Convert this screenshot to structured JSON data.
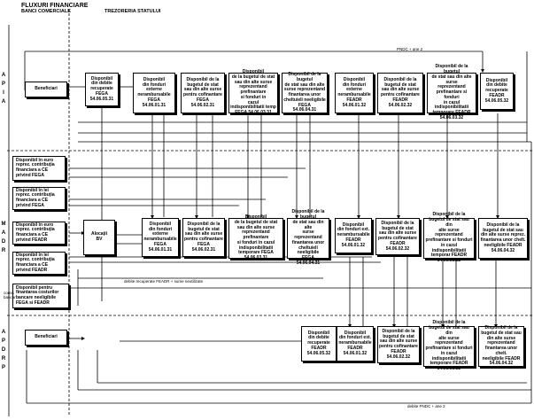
{
  "header": {
    "title": "FLUXURI FINANCIARE",
    "col_left": "BANCI COMERCIALE",
    "col_right": "TREZORERIA STATULUI"
  },
  "sections": {
    "apia": "A\nP\nI\nA",
    "madr": "M\nA\nD\nR",
    "apdrp": "A\nP\nD\nR\nP"
  },
  "left_boxes": {
    "beneficiari_top": "Beneficiari",
    "fega_rambursat": "Disponibil în euro\nreprez. contribuţia\nfinanciara a CE\nprivind FEGA",
    "fega_lei": "Disponibil în lei\nreprez. contribuţia\nfinanciara a CE\nprivind FEGA",
    "feadr_euro": "Disponibil în euro\nreprez. contribuţia\nfinanciara a CE\nprivind FEADR",
    "feadr_lei": "Disponibil în lei\nreprez. contribuţia\nfinanciara a CE\nprivind FEADR",
    "costuri_bancare": "Disponibil pentru\nfinantarea costurilor\nbancare neeligibile\nFEGA si FEADR",
    "alocatii": "Alocaţii\nBV",
    "beneficiari_bottom": "Beneficiari"
  },
  "apia_boxes": [
    "Disponibil\ndin debite\nrecuperate\nFEGA\n54.06.05.31",
    "Disponibil\ndin fonduri externe\nnerambursabile\nFEGA\n54.06.01.31",
    "Disponibil de la\nbugetul de stat\nsau din alte surse\npentru cofinantare\nFEGA\n54.06.02.31",
    "Disponibil\nde la bugetul de stat\nsau din alte surse\nreprezentand prefinantare\nsi fonduri in\ncazul indisponibilitatii temp\nFEGA 54.06.03.31",
    "Disponibil de la bugetul\nde stat sau din alte\nsurse reprezentand\nfinantarea unor\ncheltuieli neeligibile\nFEGA\n54.06.04.31",
    "Disponibil\ndin fonduri\nexterne\nnerambursabile\nFEADR\n54.06.01.32",
    "Disponibil de la\nbugetul de stat\nsau din alte surse\npentru cofinantare\nFEADR\n54.06.02.32",
    "Disponibil de la bugetul\nde stat sau din alte surse\nreprezentand\nprefinantare si fonduri\nin cazul indisponibilitatii\ntemporare FEADR\n54.06.03.32",
    "Disponibil\ndin debite\nrecuperate\nFEADR\n54.06.05.32"
  ],
  "madr_boxes": [
    "Disponibil\ndin fonduri\nexterne\nnerambursabile\nFEGA\n54.06.01.31",
    "Disponibil de la\nbugetul de stat\nsau din alte surse\npentru cofinantare\nFEGA\n54.06.02.31",
    "Disponibil\nde la bugetul de stat\nsau din alte surse\nreprezentand prefinantare\nsi fonduri in cazul\nindisponibilitatii\ntemporare FEGA 54.06.03.31",
    "Disponibil de la bugetul\nde stat sau din alte\nsurse reprezentand\nfinantarea unor\ncheltuieli neeligibile\nFEGA\n54.06.04.31",
    "Disponibil\ndin fonduri ext.\nnerambursabile\nFEADR\n54.06.01.32",
    "Disponibil de la\nbugetul de stat\nsau din alte surse\npentru cofinantare\nFEADR\n54.06.02.32",
    "Disponibil de la\nbugetul de stat sau din\nalte surse reprezentand\nprefinantare si fonduri\nin cazul indisponibilitatii\ntemporar FEADR\n54.06.03.32",
    "Disponibil de la\nbugetul de stat sau\ndin alte surse reprez.\nfinantarea unor chelt.\nneeligibile FEADR\n54.06.04.32"
  ],
  "apdrp_boxes": [
    "Disponibil\ndin debite\nrecuperate\nFEADR\n54.06.05.32",
    "Disponibil\ndin fonduri ext.\nnerambursabile\nFEADR\n54.06.01.32",
    "Disponibil de la\nbugetul de stat\nsau din alte surse\npentru cofinantare\nFEADR\n54.06.02.32",
    "Disponibil de la\nbugetul de stat sau din\nalte surse reprezentand\nprefinantare si fonduri\nin cazul indisponibilitatii\ntemporare FEADR\n54.06.03.32",
    "Disponibil de la\nbugetul de stat sau\ndin alte surse\nreprezentand\nfinantarea unor chelt.\nneeligibile FEADR\n54.06.04.32"
  ],
  "annotations": {
    "pnsc_top": "PNDC + ane 2",
    "debite_madr": "debite recuperate FEADR + sume neutilizate",
    "debite_bottom": "debite PNDC + ane 2",
    "costuri_left": "comis\nbancar"
  }
}
